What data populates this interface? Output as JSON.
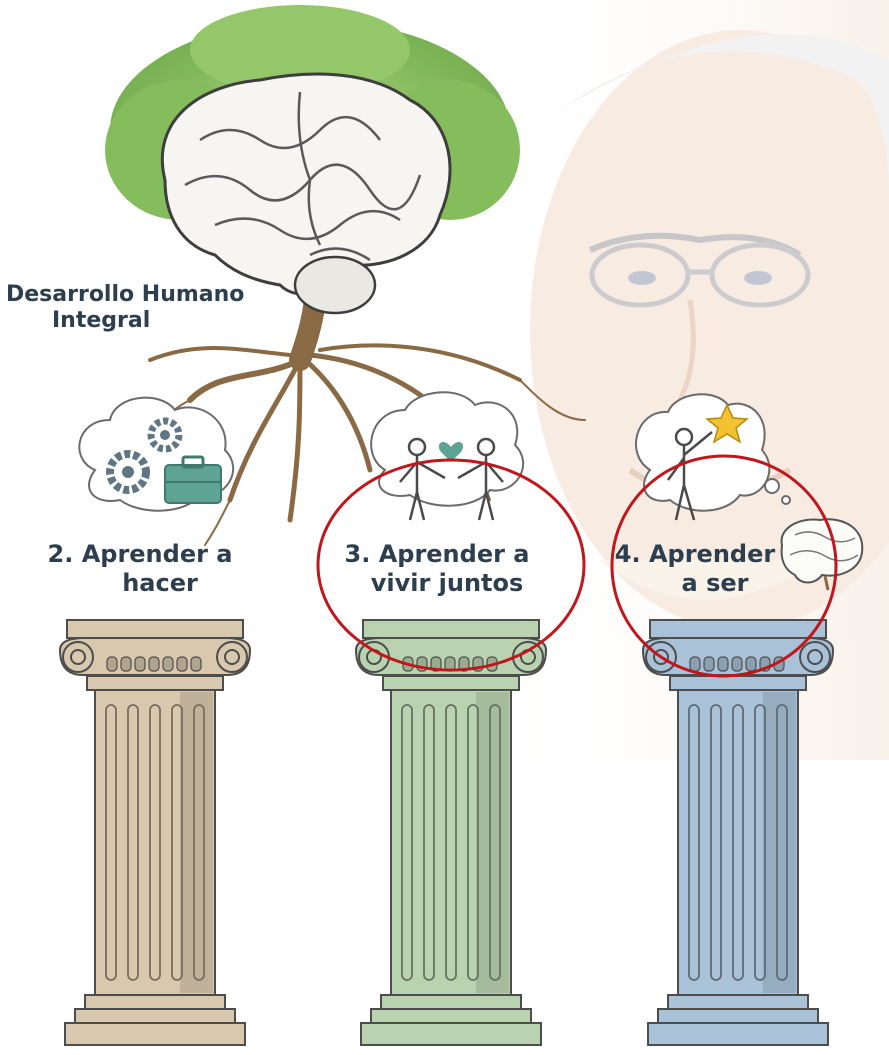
{
  "title": {
    "line1": "Desarrollo Humano",
    "line2": "Integral"
  },
  "pillars": [
    {
      "line1": "2. Aprender a",
      "line2": "hacer",
      "color": "#d8c8ad",
      "icon": "gears-briefcase-icon"
    },
    {
      "line1": "3. Aprender a",
      "line2": "vivir juntos",
      "color": "#b9d2b0",
      "icon": "people-heart-icon"
    },
    {
      "line1": "4. Aprender",
      "line2": "a ser",
      "color": "#a9c2d8",
      "icon": "person-star-icon"
    }
  ],
  "colors": {
    "foliage": "#8cc063",
    "trunk": "#8a6a44",
    "highlight_circle": "#c0161c",
    "text": "#2d3e4e",
    "icon_teal": "#5ea394"
  }
}
